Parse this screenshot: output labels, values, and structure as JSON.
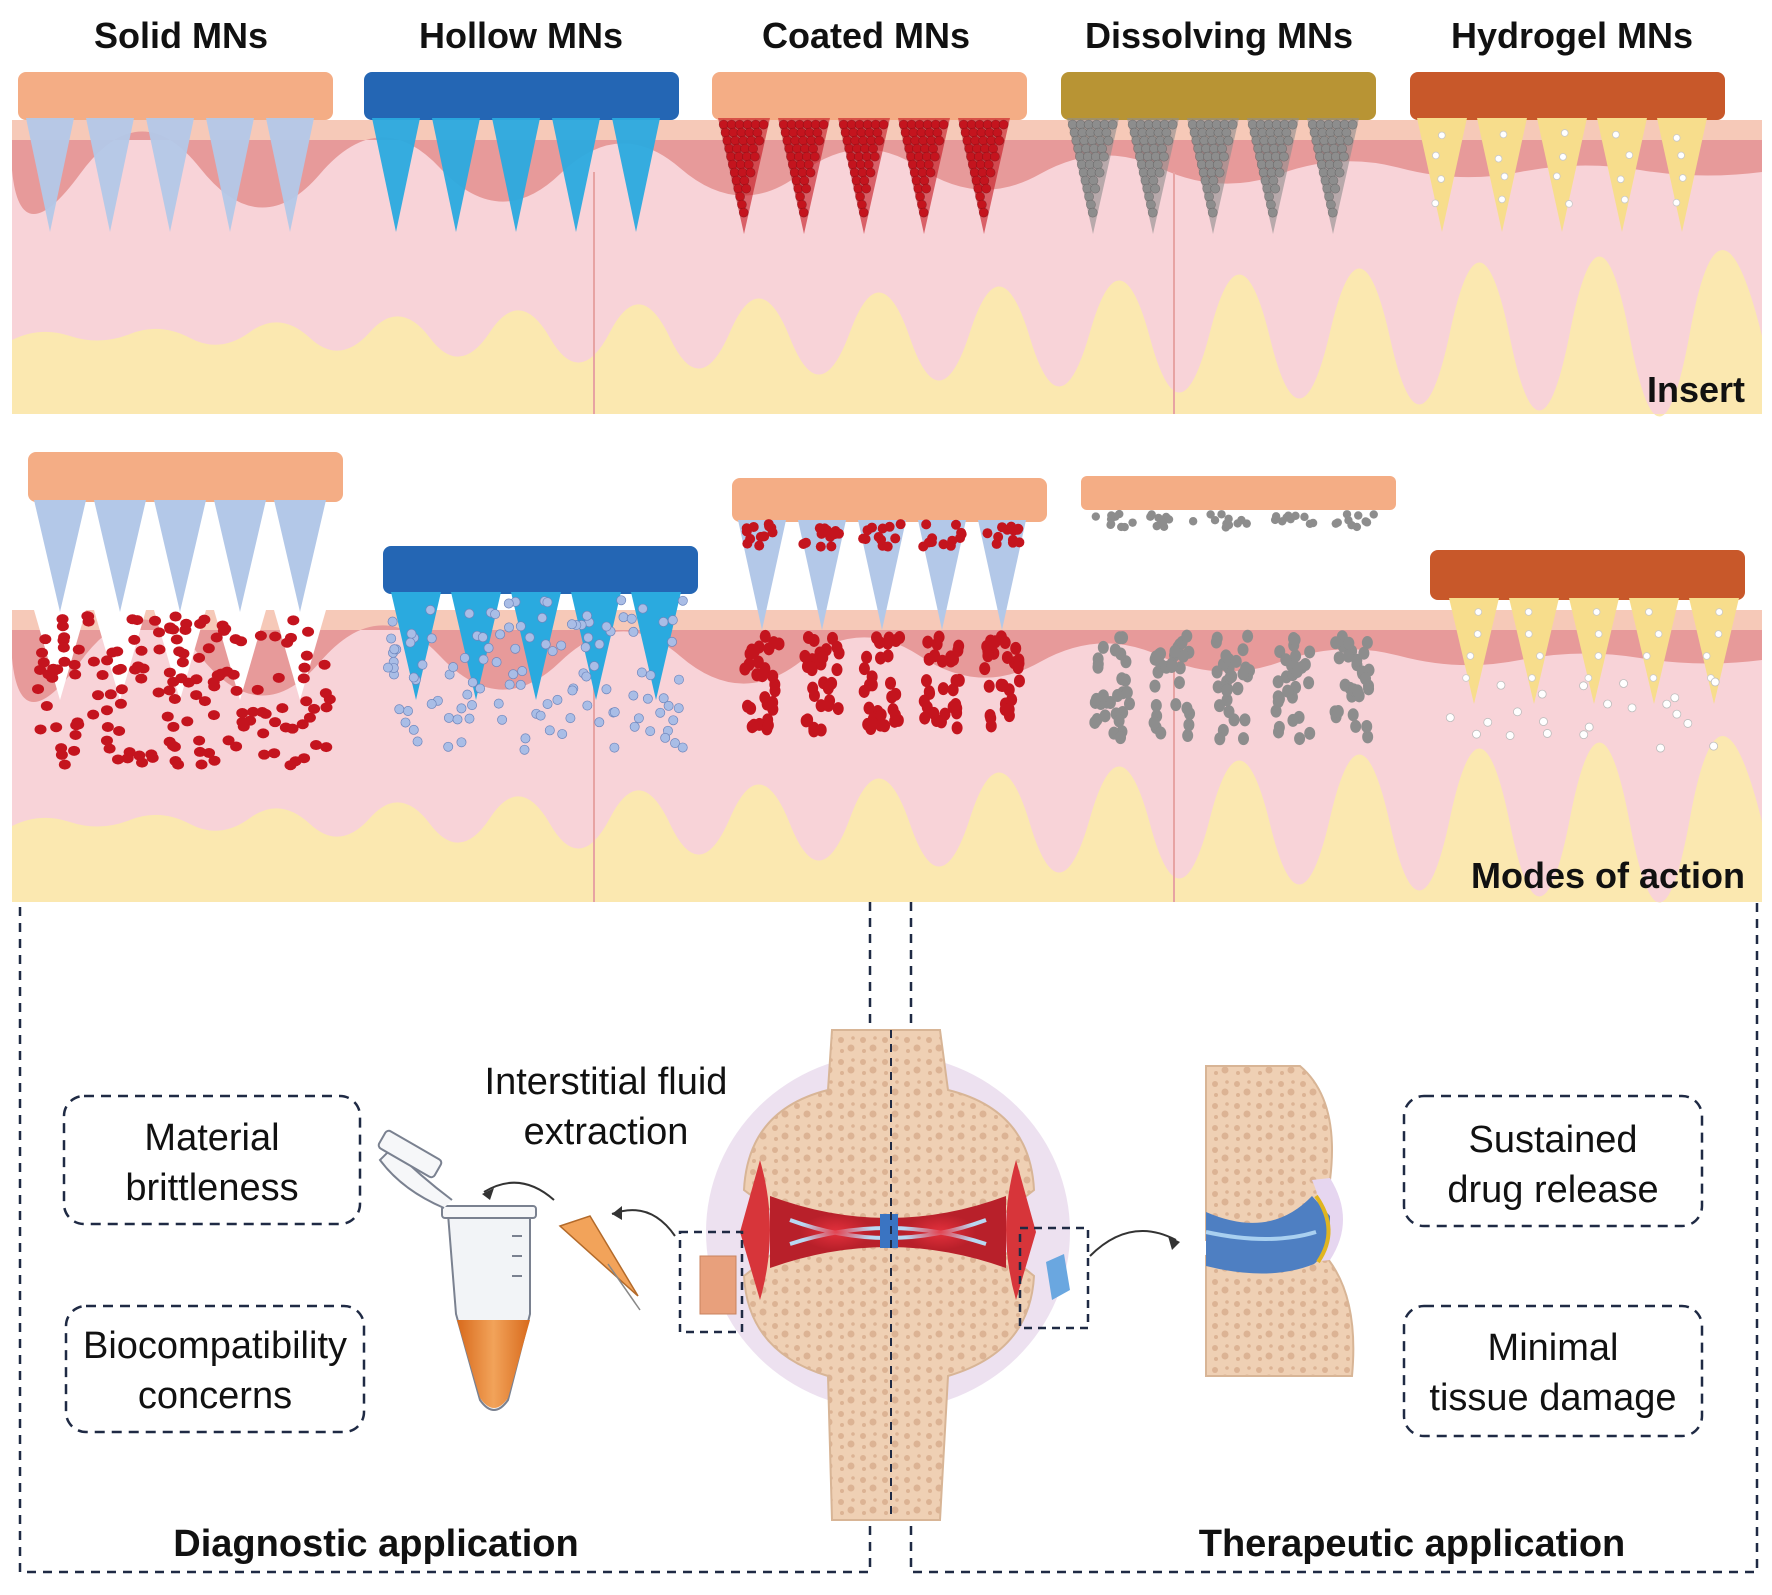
{
  "mn_types": [
    {
      "label": "Solid MNs"
    },
    {
      "label": "Hollow MNs"
    },
    {
      "label": "Coated MNs"
    },
    {
      "label": "Dissolving MNs"
    },
    {
      "label": "Hydrogel MNs"
    }
  ],
  "panels": {
    "insert": "Insert",
    "modes": "Modes of action"
  },
  "diagnostic": {
    "title": "Diagnostic application",
    "extraction_line1": "Interstitial fluid",
    "extraction_line2": "extraction",
    "boxes": [
      {
        "line1": "Material",
        "line2": "brittleness"
      },
      {
        "line1": "Biocompatibility",
        "line2": "concerns"
      }
    ]
  },
  "therapeutic": {
    "title": "Therapeutic application",
    "boxes": [
      {
        "line1": "Sustained",
        "line2": "drug release"
      },
      {
        "line1": "Minimal",
        "line2": "tissue damage"
      }
    ]
  },
  "colors": {
    "skin_top": "#f6c9b8",
    "epidermis": "#e79a9a",
    "dermis": "#f8d3d8",
    "fat": "#fbe8b0",
    "patch_peach": "#f4ad85",
    "patch_blue": "#2466b4",
    "patch_gold": "#b89434",
    "patch_rust": "#c8582a",
    "needle_light_blue": "#b3c8e8",
    "needle_cyan": "#2aaadf",
    "red_particles": "#c4141e",
    "grey_particles": "#8d8d8d",
    "hydrogel_needle": "#f7dd8c",
    "bone": "#efcfb1",
    "dash": "#1f2a44"
  }
}
